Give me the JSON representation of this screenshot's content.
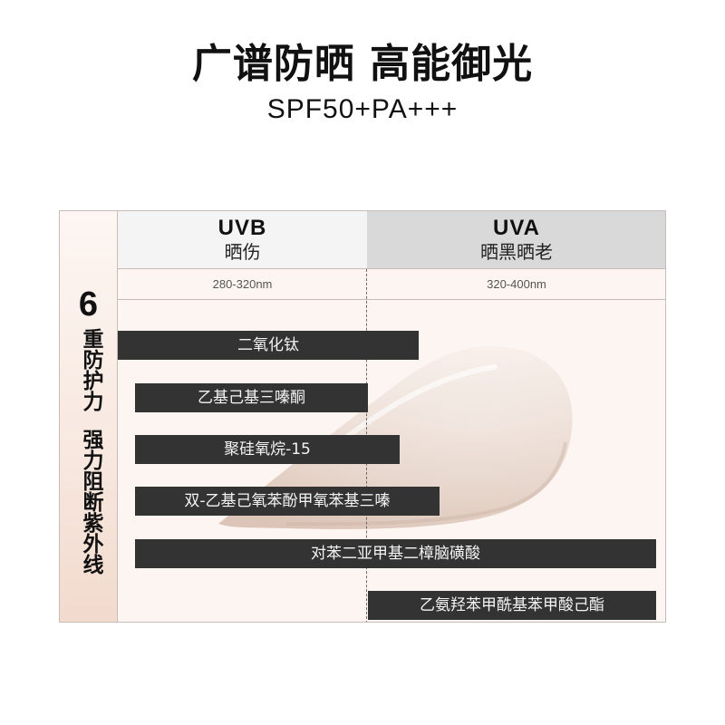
{
  "header": {
    "title": "广谱防晒 高能御光",
    "subtitle": "SPF50+PA+++"
  },
  "table": {
    "left_column": {
      "number": "6",
      "line1": "重防护力",
      "line2": "强力阻断紫外线"
    },
    "columns": [
      {
        "name": "UVB",
        "desc": "晒伤",
        "range": "280-320nm",
        "bg": "#f4f4f4"
      },
      {
        "name": "UVA",
        "desc": "晒黑晒老",
        "range": "320-400nm",
        "bg": "#d9d9d9"
      }
    ],
    "ingredients": [
      {
        "label": "二氧化钛",
        "coverage": "UVB + partial UVA"
      },
      {
        "label": "乙基己基三嗪酮",
        "coverage": "UVB"
      },
      {
        "label": "聚硅氧烷-15",
        "coverage": "UVB + partial UVA"
      },
      {
        "label": "双-乙基己氧苯酚甲氧苯基三嗪",
        "coverage": "UVB + partial UVA"
      },
      {
        "label": "对苯二亚甲基二樟脑磺酸",
        "coverage": "UVB + UVA"
      },
      {
        "label": "乙氨羟苯甲酰基苯甲酸己酯",
        "coverage": "UVA"
      }
    ]
  },
  "colors": {
    "bar": "#333333",
    "bar_text": "#f4f4f4",
    "table_bg": "#fdf5f1",
    "left_col_bottom": "#f2dacd",
    "border": "#c7bcb6"
  }
}
